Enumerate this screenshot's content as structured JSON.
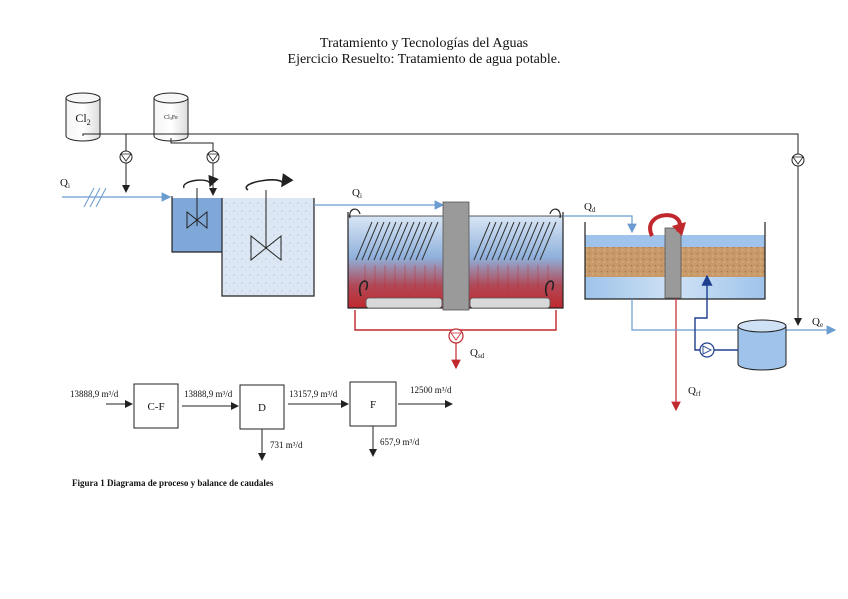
{
  "header": {
    "title": "Tratamiento y Tecnologías del Aguas",
    "subtitle": "Ejercicio Resuelto: Tratamiento de agua potable."
  },
  "process": {
    "tank_cl2": {
      "label": "Cl",
      "sub": "2"
    },
    "tank_clfe": {
      "label": "Cl",
      "sub": "3",
      "suffix": "Fe"
    },
    "q_i": {
      "label": "Q",
      "sub": "i"
    },
    "q_i2": {
      "label": "Q",
      "sub": "i"
    },
    "q_d": {
      "label": "Q",
      "sub": "d"
    },
    "q_sd": {
      "label": "Q",
      "sub": "sd"
    },
    "q_rf": {
      "label": "Q",
      "sub": "rf"
    },
    "q_e": {
      "label": "Q",
      "sub": "e"
    }
  },
  "balance": {
    "inflow": "13888,9 m³/d",
    "cf_label": "C-F",
    "cf_to_d": "13888,9 m³/d",
    "d_label": "D",
    "d_out": "731 m³/d",
    "d_to_f": "13157,9 m³/d",
    "f_label": "F",
    "f_out": "12500 m³/d",
    "f_waste": "657,9 m³/d"
  },
  "figure": {
    "caption": "Figura 1 Diagrama de proceso y balance de caudales"
  },
  "colors": {
    "pipe_blue": "#6a9bd1",
    "water_blue": "#9fc0e8",
    "sludge_red": "#c0282d",
    "sand": "#c89a6a",
    "column_gray": "#9a9a9a"
  }
}
